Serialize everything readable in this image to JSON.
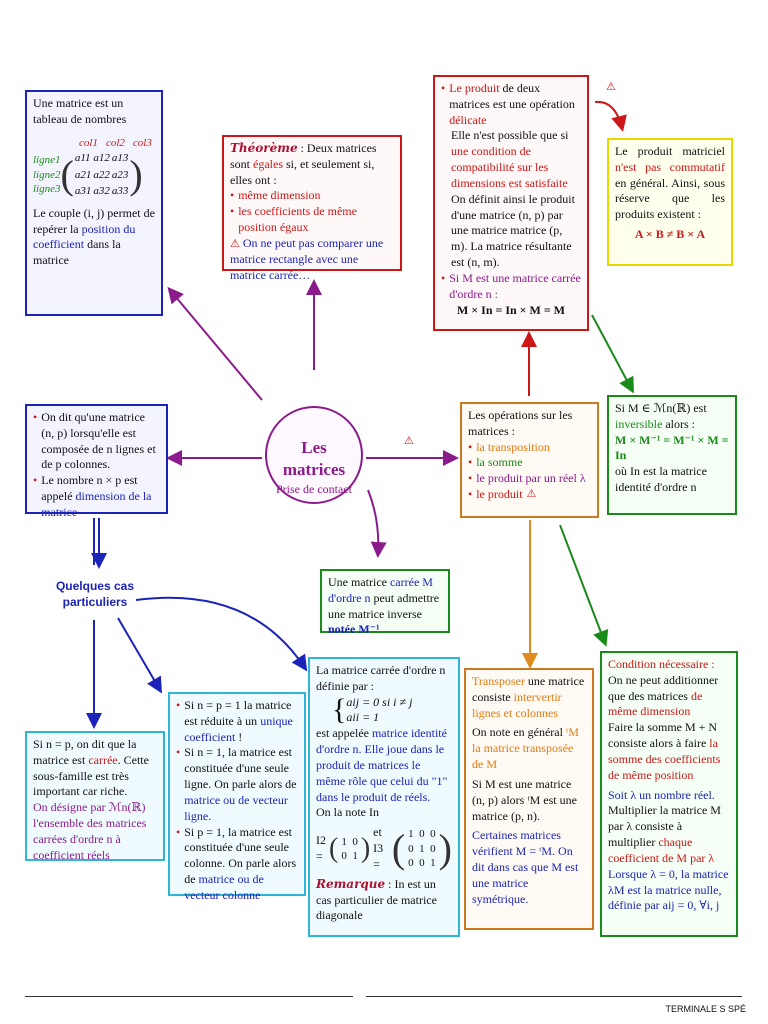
{
  "center": {
    "title": "Les matrices",
    "subtitle": "Prise de contact"
  },
  "tableau": {
    "intro": "Une matrice est un tableau de nombres",
    "cols": [
      "col1",
      "col2",
      "col3"
    ],
    "rows": [
      "ligne1",
      "ligne2",
      "ligne3"
    ],
    "cells": [
      [
        "a11",
        "a12",
        "a13"
      ],
      [
        "a21",
        "a22",
        "a23"
      ],
      [
        "a31",
        "a32",
        "a33"
      ]
    ],
    "couple_pre": "Le couple (i, j) permet de repérer la ",
    "couple_hl": "position du coefficient",
    "couple_post": " dans la matrice"
  },
  "theoreme": {
    "title": "Théorème",
    "line1": " : Deux matrices sont ",
    "egales": "égales",
    "line1b": " si, et seulement si, elles ont :",
    "b1": "même dimension",
    "b2": "les coefficients de même position égaux",
    "warn": "On ne peut pas comparer une matrice rectangle avec une matrice carrée…"
  },
  "produit": {
    "b1_hl": "Le produit",
    "b1": " de deux matrices est une opération ",
    "delicate": "délicate",
    "p2a": "Elle n'est possible que si ",
    "p2hl": "une condition de compatibilité sur les dimensions est satisfaite",
    "p3": "On définit ainsi le produit d'une matrice (n, p) par une matrice matrice (p, m). La matrice résultante est (n, m).",
    "b2": "Si M est une matrice carrée d'ordre n :",
    "formula": "M × In = In × M = M"
  },
  "commutatif": {
    "pre": "Le produit matriciel ",
    "hl": "n'est pas commutatif",
    "post": " en général. Ainsi, sous réserve que les produits existent :",
    "formula": "A × B ≠ B × A"
  },
  "dimension": {
    "b1": "On dit qu'une matrice (n, p) lorsqu'elle est composée de n lignes et de p colonnes.",
    "b2_pre": "Le nombre n × p est appelé ",
    "b2_hl": "dimension de la matrice"
  },
  "operations": {
    "title": "Les opérations sur les matrices :",
    "items": [
      "la transposition",
      "la somme",
      "le produit par un réel λ",
      "le produit"
    ]
  },
  "inversible": {
    "pre": "Si M ∈ ℳn(ℝ) est ",
    "hl": "inversible",
    "post": " alors :",
    "formula": "M × M⁻¹ = M⁻¹ × M = In",
    "end": " où In est la matrice identité d'ordre n"
  },
  "inverse": {
    "pre": "Une matrice ",
    "hl": "carrée M d'ordre n",
    "mid": " peut admettre une matrice inverse ",
    "note": "notée M⁻¹"
  },
  "cas": {
    "title": "Quelques cas particuliers"
  },
  "carree": {
    "pre": "Si n = p, on dit que la matrice est ",
    "hl": "carrée",
    "post": ". Cette sous-famille est très important car riche.",
    "designe": "On désigne par ℳn(ℝ) l'ensemble des matrices carrées d'ordre n à coefficient réels"
  },
  "unique": {
    "b1_pre": "Si n = p = 1 la matrice est réduite à un ",
    "b1_hl": "unique coefficient",
    "b1_post": " !",
    "b2_pre": "Si n = 1, la matrice est constituée d'une seule ligne. On parle alors de ",
    "b2_hl": "matrice ou de vecteur ligne",
    "b2_post": ".",
    "b3_pre": "Si p = 1, la matrice est constituée d'une seule colonne. On parle alors de ",
    "b3_hl": "matrice ou de vecteur colonne"
  },
  "identite": {
    "p1": "La matrice carrée d'ordre n définie par :",
    "c1": "aij = 0 si i ≠ j",
    "c2": "aii = 1",
    "p2_pre": "est appelée ",
    "p2_hl": "matrice identité d'ordre n",
    "p2_blue": ". Elle joue dans le produit de matrices le même rôle que celui du \"1\" dans le produit de réels.",
    "note": "On la note In",
    "i2": "I2 =",
    "et": "et I3 =",
    "rq_title": "Remarque",
    "rq": " : In est un cas particulier de matrice diagonale"
  },
  "transposer": {
    "hl": "Transposer",
    "p1": " une matrice consiste ",
    "p1hl": "intervertir lignes et colonnes",
    "p2a": "On note en général ",
    "p2hl": "ᵗM la matrice transposée de M",
    "p3": "Si M est une matrice (n, p) alors ᵗM est une matrice (p, n).",
    "p4": "Certaines matrices vérifient M = ᵗM. On dit dans cas que M est une matrice symétrique."
  },
  "somme": {
    "title": "Condition nécessaire :",
    "p1": "On ne peut additionner que des matrices ",
    "p1hl": "de même dimension",
    "p2": "Faire la somme M + N consiste alors à faire ",
    "p2hl": "la somme des coefficients de même position",
    "p3": "Soit λ un nombre réel.",
    "p4": "Multiplier la matrice M par λ consiste à multiplier ",
    "p4hl": "chaque coefficient de M par λ",
    "p5": "Lorsque λ = 0, la matrice λM est la matrice nulle, définie par aij = 0, ∀i, j"
  },
  "footer": {
    "right": "TERMINALE S SPÉ"
  }
}
